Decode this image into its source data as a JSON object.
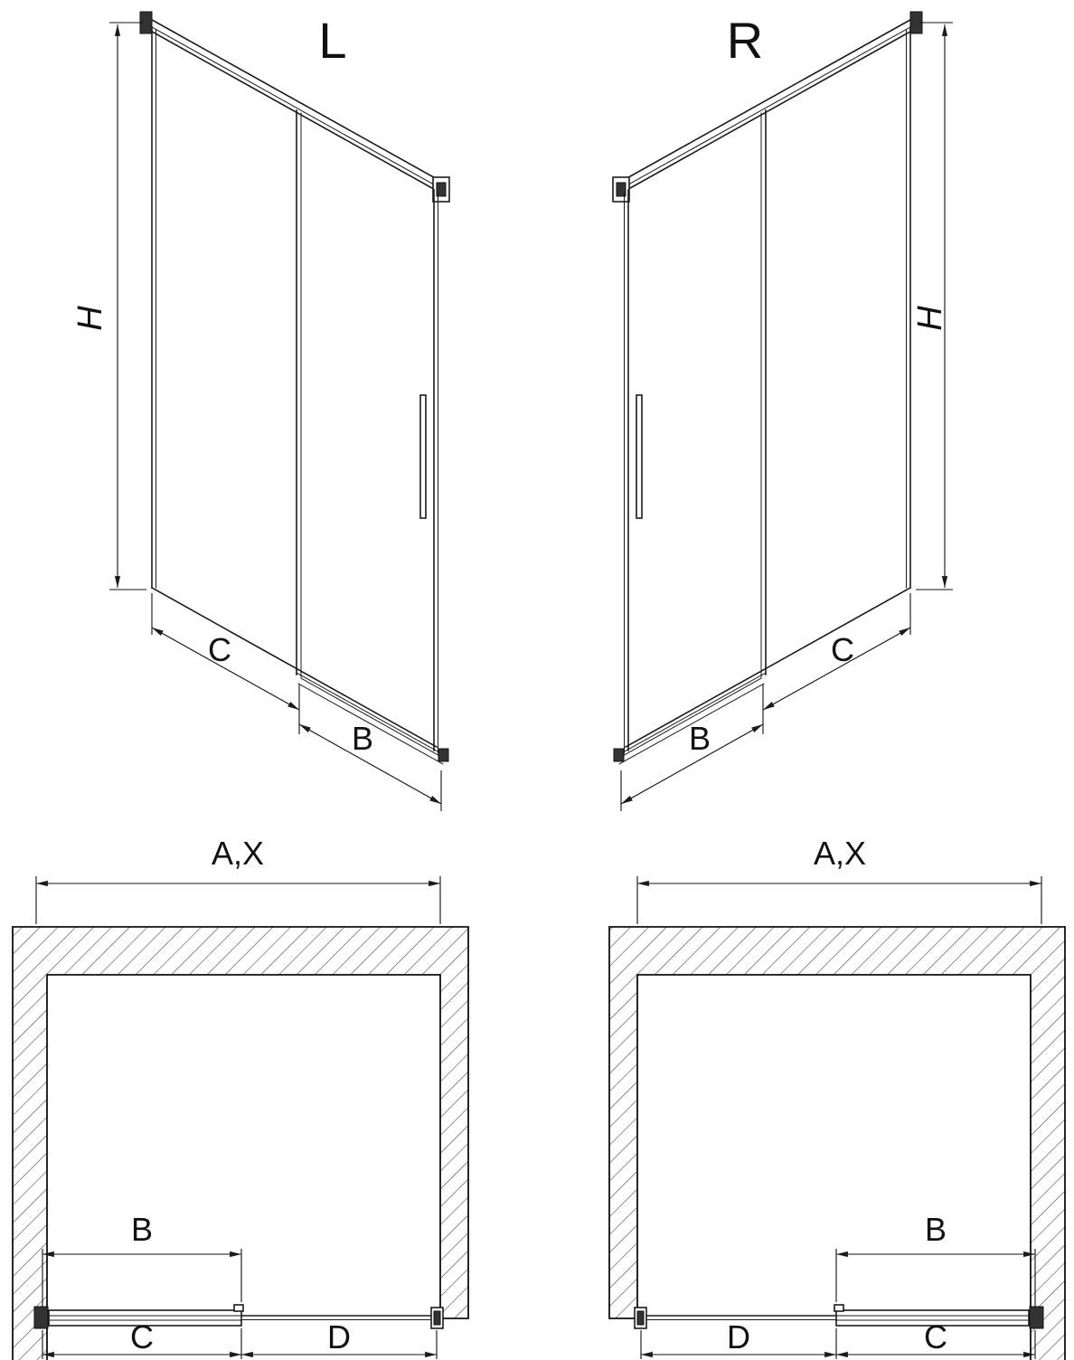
{
  "drawing": {
    "background": "#ffffff",
    "line_color": "#1a1a1a",
    "hatch_color": "#3a3a3a",
    "views": {
      "iso_left": {
        "title": "L",
        "dim_height": "H",
        "dim_opening": "C",
        "dim_door": "B"
      },
      "iso_right": {
        "title": "R",
        "dim_height": "H",
        "dim_door": "B",
        "dim_opening": "C"
      },
      "plan_left": {
        "dim_total": "A,X",
        "dim_door": "B",
        "dim_bottom_left": "C",
        "dim_bottom_right": "D"
      },
      "plan_right": {
        "dim_total": "A,X",
        "dim_door": "B",
        "dim_bottom_left": "D",
        "dim_bottom_right": "C"
      }
    }
  }
}
